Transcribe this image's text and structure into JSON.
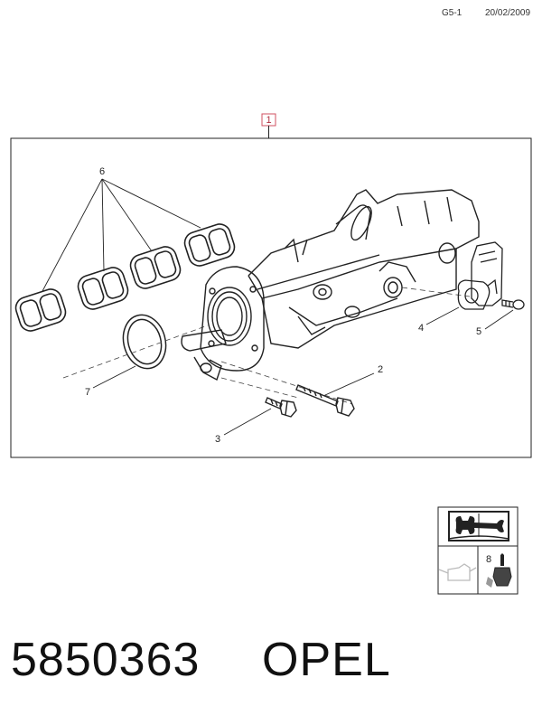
{
  "header": {
    "sheet_code": "G5-1",
    "date": "20/02/2009"
  },
  "callouts": {
    "main_assembly": "1",
    "bolt_long": "2",
    "bolt_short": "3",
    "sensor_bracket": "4",
    "screw": "5",
    "gaskets": "6",
    "o_ring": "7",
    "sealant": "8"
  },
  "footer": {
    "part_number": "5850363",
    "brand": "OPEL"
  },
  "colors": {
    "line": "#222222",
    "callout_box": "#d05060",
    "grey_icon": "#bbbbbb"
  },
  "icons": [
    "manual-wrench-icon",
    "oil-can-icon",
    "sealant-tube-icon"
  ]
}
